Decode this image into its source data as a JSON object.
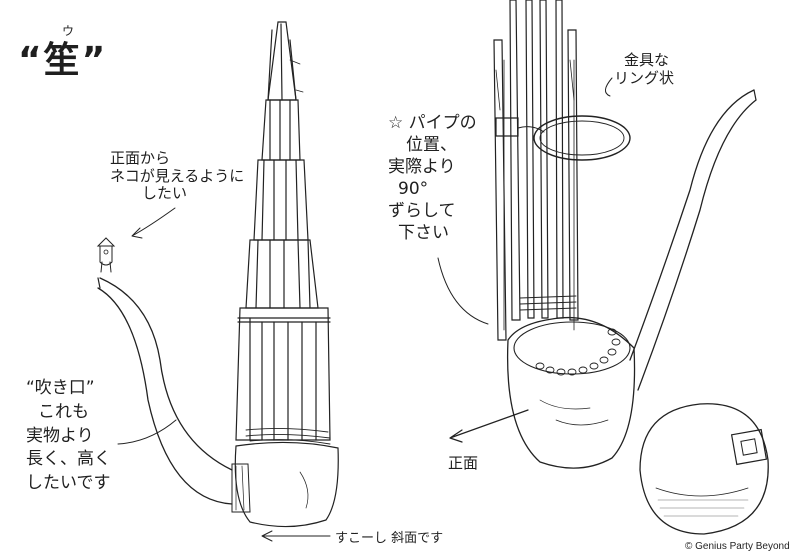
{
  "title": {
    "text": "“笙”",
    "ruby": "ウ"
  },
  "left_notes": {
    "front_view": [
      "正面から",
      "ネコが見えるように",
      "したい"
    ],
    "mouthpiece": [
      "“吹き口”",
      "これも",
      "実物より",
      "長く、高く",
      "したいです"
    ],
    "base": "すこーし 斜面です"
  },
  "right_notes": {
    "ring": [
      "金具な",
      "リング状"
    ],
    "pipes": [
      "☆ パイプの",
      "位置、",
      "実際より",
      "90°",
      "ずらして",
      "下さい"
    ],
    "front_arrow": "正面"
  },
  "copyright": "© Genius Party Beyond",
  "colors": {
    "ink": "#1f1f1f",
    "paper": "#ffffff",
    "shade": "#6a6a6a"
  }
}
